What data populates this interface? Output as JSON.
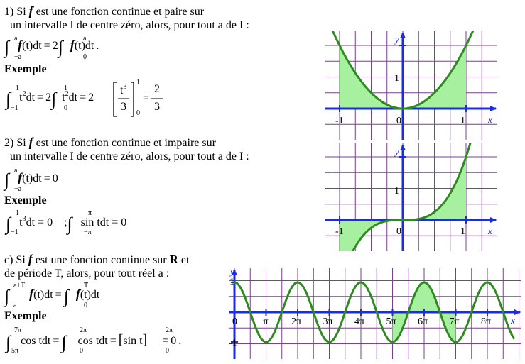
{
  "section1": {
    "title_prefix": "1) Si",
    "title_f": "f",
    "title_rest": "est une fonction continue et paire sur",
    "line2": "un intervalle I de centre zéro, alors, pour tout a de I :",
    "formula": "∫_{-a}^{a} f(t)dt = 2∫_{0}^{a} f(t)dt .",
    "example_label": "Exemple",
    "example": "∫_{-1}^{1} t²dt = 2∫_{0}^{1} t²dt = 2[t³/3]_{0}^{1} = 2/3"
  },
  "section2": {
    "title_prefix": "2) Si",
    "title_f": "f",
    "title_rest": "est une fonction continue et impaire sur",
    "line2": "un intervalle I de centre zéro, alors, pour tout a de I :",
    "formula": "∫_{-a}^{a} f(t)dt = 0",
    "example_label": "Exemple",
    "example": "∫_{-1}^{1} t³dt = 0   ; ∫_{-π}^{π} sin tdt = 0"
  },
  "section3": {
    "title_prefix": "c) Si",
    "title_f": "f",
    "title_rest": "est une fonction continue sur",
    "title_R": "R",
    "title_end": "et",
    "line2": "de période T, alors, pour tout réel a :",
    "formula": "∫_{a}^{a+T} f(t)dt = ∫_{0}^{T} f(t)dt",
    "example_label": "Exemple",
    "example": "∫_{5π}^{7π} cos tdt = ∫_{0}^{2π} cos tdt = [sin t]_{0}^{2π} = 0 ."
  },
  "math_tokens": {
    "int": "∫",
    "f": "f",
    "t_dt": "(t)dt",
    "t2dt": "t",
    "dt": "dt",
    "eq": "=",
    "two": "2",
    "zero": "0",
    "dot": ".",
    "semicolon": ";",
    "sin": "sin tdt",
    "cos": "cos tdt",
    "sint": "sin t",
    "a": "a",
    "minus_a": "−a",
    "minus_1": "−1",
    "one": "1",
    "three": "3",
    "pi": "π",
    "minus_pi": "−π",
    "a_plus_T": "a+T",
    "T": "T",
    "seven_pi": "7π",
    "five_pi": "5π",
    "two_pi": "2π"
  },
  "graph1": {
    "y_label": "y",
    "x_label": "x",
    "tick_y1": "1",
    "tick_x_neg1": "-1",
    "tick_x0": "0",
    "tick_x1": "1",
    "curve_function": "x^2",
    "colors": {
      "grid": "#7a3f8f",
      "axis": "#1a2ee0",
      "curve": "#2e8b20",
      "fill": "#a7f0a0"
    }
  },
  "graph2": {
    "y_label": "y",
    "x_label": "x",
    "tick_y1": "1",
    "tick_x_neg1": "-1",
    "tick_x0": "0",
    "tick_x1": "1",
    "curve_function": "x^3"
  },
  "graph3": {
    "y_label": "y",
    "x_label": "x",
    "tick_y1": "1",
    "tick_y_neg1": "-1",
    "tick_x0": "0",
    "x_ticks": [
      "π",
      "2π",
      "3π",
      "4π",
      "5π",
      "6π",
      "7π",
      "8π"
    ],
    "curve_function": "cos x"
  }
}
